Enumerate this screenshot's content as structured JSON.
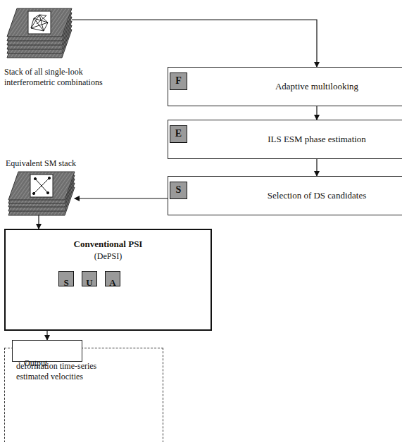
{
  "diagram": {
    "nodes": [
      {
        "text": [
          "Stack of all single-look interferometric combinations"
        ]
      },
      {
        "text": [
          "Adaptive multilooking"
        ]
      },
      {
        "text": [
          "F"
        ],
        "in": 1
      },
      {
        "text": [
          "ILS ESM phase estimation"
        ]
      },
      {
        "text": [
          "E"
        ],
        "in": 3
      },
      {
        "text": [
          "Selection of DS candidates"
        ]
      },
      {
        "text": [
          "S"
        ],
        "in": 5
      },
      {
        "text": [
          "Equivalent SM stack"
        ]
      },
      {
        "text": [
          "Conventional PSI",
          "(DePSI)"
        ]
      },
      {
        "text": [
          "S"
        ],
        "in": 8
      },
      {
        "text": [
          "U"
        ],
        "in": 8
      },
      {
        "text": [
          "A"
        ],
        "in": 8
      },
      {
        "text": [
          "deformation time-series estimated velocities"
        ]
      },
      {
        "text": [
          "Output"
        ],
        "in": 12
      }
    ],
    "edges": [
      {
        "from": 0,
        "to": 1,
        "arrow": "to"
      },
      {
        "from": 1,
        "to": 3,
        "arrow": "to"
      },
      {
        "from": 3,
        "to": 5,
        "arrow": "to"
      },
      {
        "from": 5,
        "to": 7,
        "arrow": "to"
      },
      {
        "from": 7,
        "to": 8,
        "arrow": "to"
      },
      {
        "from": 8,
        "to": 13,
        "arrow": "to"
      }
    ]
  }
}
